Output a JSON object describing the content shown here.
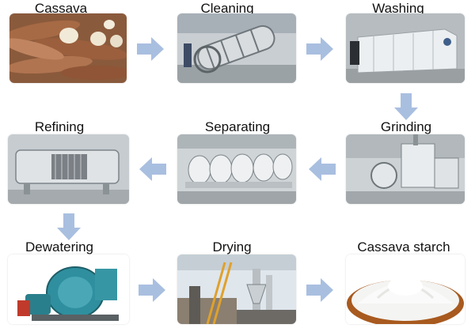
{
  "steps": [
    {
      "label": "Cassava"
    },
    {
      "label": "Cleaning"
    },
    {
      "label": "Washing"
    },
    {
      "label": "Grinding"
    },
    {
      "label": "Separating"
    },
    {
      "label": "Refining"
    },
    {
      "label": "Dewatering"
    },
    {
      "label": "Drying"
    },
    {
      "label": "Cassava starch"
    }
  ],
  "colors": {
    "arrow": "#a9bfe0"
  }
}
